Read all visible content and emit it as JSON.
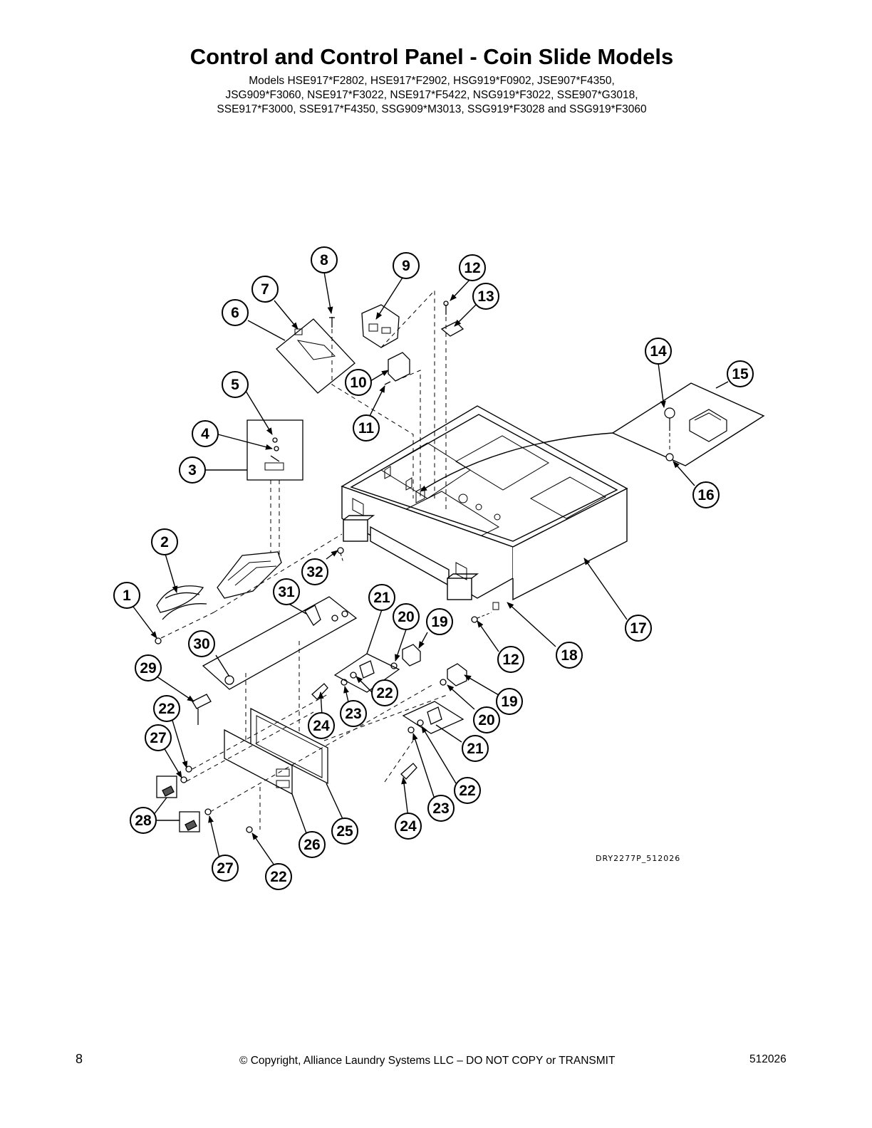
{
  "page": {
    "title": "Control and Control Panel - Coin Slide Models",
    "models_lines": [
      "Models HSE917*F2802, HSE917*F2902, HSG919*F0902, JSE907*F4350,",
      "JSG909*F3060, NSE917*F3022, NSE917*F5422, NSG919*F3022, SSE907*G3018,",
      "SSE917*F3000, SSE917*F4350, SSG909*M3013, SSG919*F3028 and SSG919*F3060"
    ],
    "figure_code": "DRY2277P_512026",
    "page_number": "8",
    "copyright": "© Copyright, Alliance Laundry Systems LLC – DO NOT COPY or TRANSMIT",
    "doc_number": "512026"
  },
  "callouts": {
    "c1": "1",
    "c2": "2",
    "c3": "3",
    "c4": "4",
    "c5": "5",
    "c6": "6",
    "c7": "7",
    "c8": "8",
    "c9": "9",
    "c10": "10",
    "c11": "11",
    "c12a": "12",
    "c12b": "12",
    "c13": "13",
    "c14": "14",
    "c15": "15",
    "c16": "16",
    "c17": "17",
    "c18": "18",
    "c19a": "19",
    "c19b": "19",
    "c20a": "20",
    "c20b": "20",
    "c21a": "21",
    "c21b": "21",
    "c22a": "22",
    "c22b": "22",
    "c22c": "22",
    "c22d": "22",
    "c23a": "23",
    "c23b": "23",
    "c24a": "24",
    "c24b": "24",
    "c25": "25",
    "c26": "26",
    "c27a": "27",
    "c27b": "27",
    "c28": "28",
    "c29": "29",
    "c30": "30",
    "c31": "31",
    "c32": "32"
  }
}
